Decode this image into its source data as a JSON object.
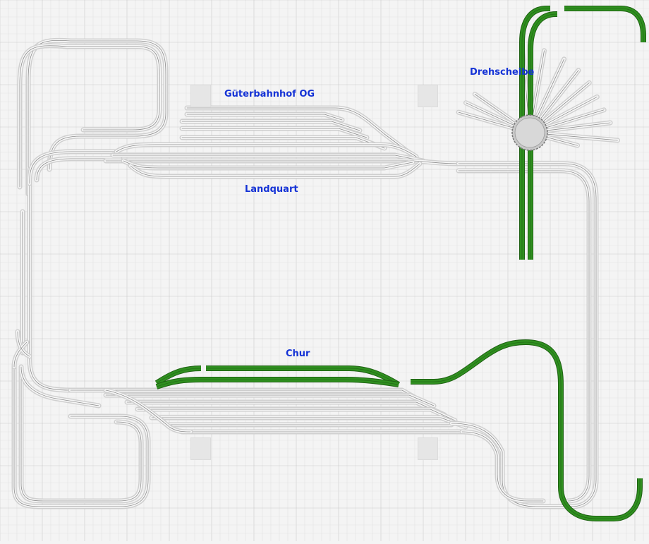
{
  "labels": {
    "freight_yard": "Güterbahnhof OG",
    "turntable": "Drehscheibe",
    "landquart": "Landquart",
    "chur": "Chur"
  },
  "colors": {
    "background": "#f4f4f4",
    "grid_minor": "#e2e2e2",
    "grid_major": "#c9c9c9",
    "track_gray_bed": "#cfcfcf",
    "track_gray_rail": "#8c8c8c",
    "track_green": "#2f8f1f",
    "track_green_edge": "#1f6114",
    "label_blue": "#1533d6",
    "turntable_fill": "#c8c8c8",
    "turntable_edge": "#777777"
  }
}
